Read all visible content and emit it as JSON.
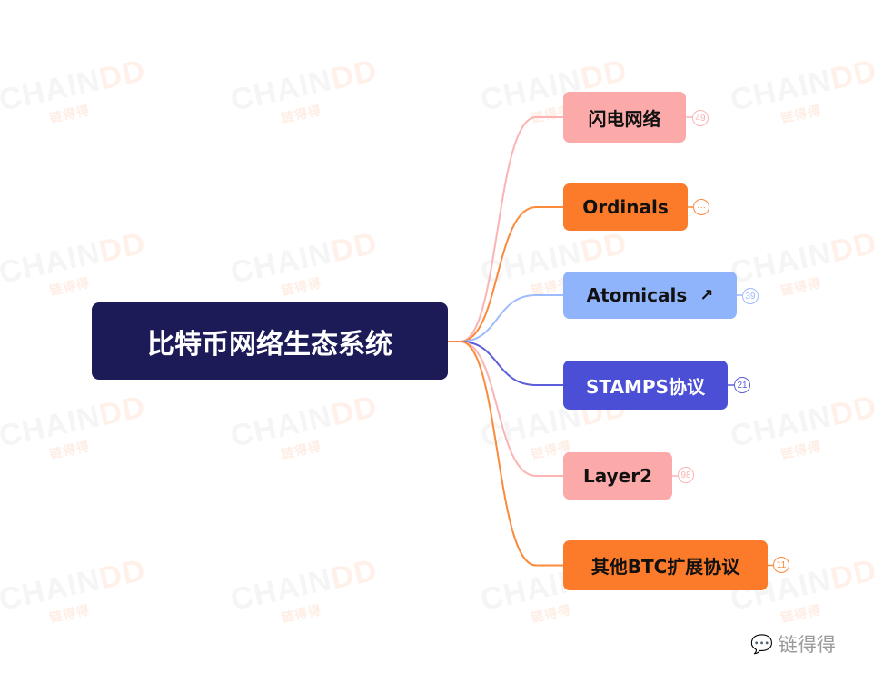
{
  "root": {
    "label": "比特币网络生态系统",
    "color": "#1c1a57"
  },
  "branches": [
    {
      "label": "闪电网络",
      "badge": "49",
      "color": "#fba9a9",
      "line": "#fbb3b3",
      "text_color": "#111111"
    },
    {
      "label": "Ordinals",
      "badge": "···",
      "color": "#fc7b2b",
      "line": "#fc8a3c",
      "text_color": "#111111"
    },
    {
      "label": "Atomicals",
      "badge": "39",
      "color": "#8fb4fb",
      "line": "#9dbcfb",
      "text_color": "#111111",
      "icon": "external-link-icon"
    },
    {
      "label": "STAMPS协议",
      "badge": "21",
      "color": "#4a4fd6",
      "line": "#5a5ed8",
      "text_color": "#ffffff"
    },
    {
      "label": "Layer2",
      "badge": "98",
      "color": "#fba9a9",
      "line": "#fbb3b3",
      "text_color": "#111111"
    },
    {
      "label": "其他BTC扩展协议",
      "badge": "11",
      "color": "#fc7b2b",
      "line": "#fc8a3c",
      "text_color": "#111111"
    }
  ],
  "watermark": {
    "text": "CHAINDD",
    "sub": "链得得"
  },
  "footer": {
    "label": "链得得"
  }
}
